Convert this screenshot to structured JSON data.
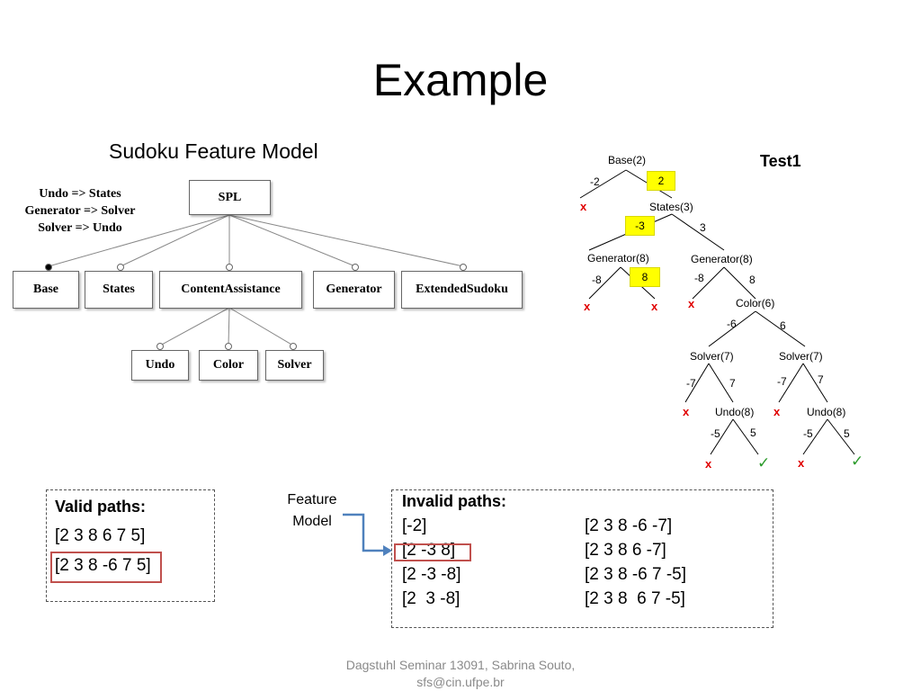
{
  "slide": {
    "title": "Example",
    "subtitle": "Sudoku Feature Model",
    "footer_line1": "Dagstuhl Seminar 13091, Sabrina Souto,",
    "footer_line2": "sfs@cin.ufpe.br"
  },
  "feature_model": {
    "constraints": [
      "Undo => States",
      "Generator => Solver",
      "Solver => Undo"
    ],
    "root": "SPL",
    "children": [
      "Base",
      "States",
      "ContentAssistance",
      "Generator",
      "ExtendedSudoku"
    ],
    "sub_children": [
      "Undo",
      "Color",
      "Solver"
    ]
  },
  "test_tree": {
    "title": "Test1",
    "nodes": {
      "base": "Base(2)",
      "states": "States(3)",
      "generator_left": "Generator(8)",
      "generator_right": "Generator(8)",
      "color": "Color(6)",
      "solver_left": "Solver(7)",
      "solver_right": "Solver(7)",
      "undo_left": "Undo(8)",
      "undo_right": "Undo(8)"
    },
    "edges": {
      "base_neg": "-2",
      "base_pos": "2",
      "states_neg": "-3",
      "states_pos": "3",
      "genl_neg": "-8",
      "genl_pos": "8",
      "genr_neg": "-8",
      "genr_pos": "8",
      "color_neg": "-6",
      "color_pos": "6",
      "solvl_neg": "-7",
      "solvl_pos": "7",
      "solvr_neg": "-7",
      "solvr_pos": "7",
      "undol_neg": "-5",
      "undol_pos": "5",
      "undor_neg": "-5",
      "undor_pos": "5"
    },
    "marks": {
      "invalid": "x",
      "valid": "✓"
    },
    "highlight_color": "#ffff00"
  },
  "valid_paths": {
    "heading": "Valid paths:",
    "items": [
      "[2 3 8 6 7 5]",
      "[2 3 8 -6 7 5]"
    ]
  },
  "feature_model_label": [
    "Feature",
    "Model"
  ],
  "invalid_paths": {
    "heading": "Invalid paths:",
    "left": [
      "[-2]",
      "[2 -3 8]",
      "[2 -3 -8]",
      "[2  3 -8]"
    ],
    "right": [
      "[2 3 8 -6 -7]",
      "[2 3 8 6 -7]",
      "[2 3 8 -6 7 -5]",
      "[2 3 8  6 7 -5]"
    ]
  },
  "colors": {
    "highlight_box": "#c0504d",
    "arrow": "#4f81bd",
    "invalid": "#e00000",
    "valid": "#2a9a2a"
  }
}
